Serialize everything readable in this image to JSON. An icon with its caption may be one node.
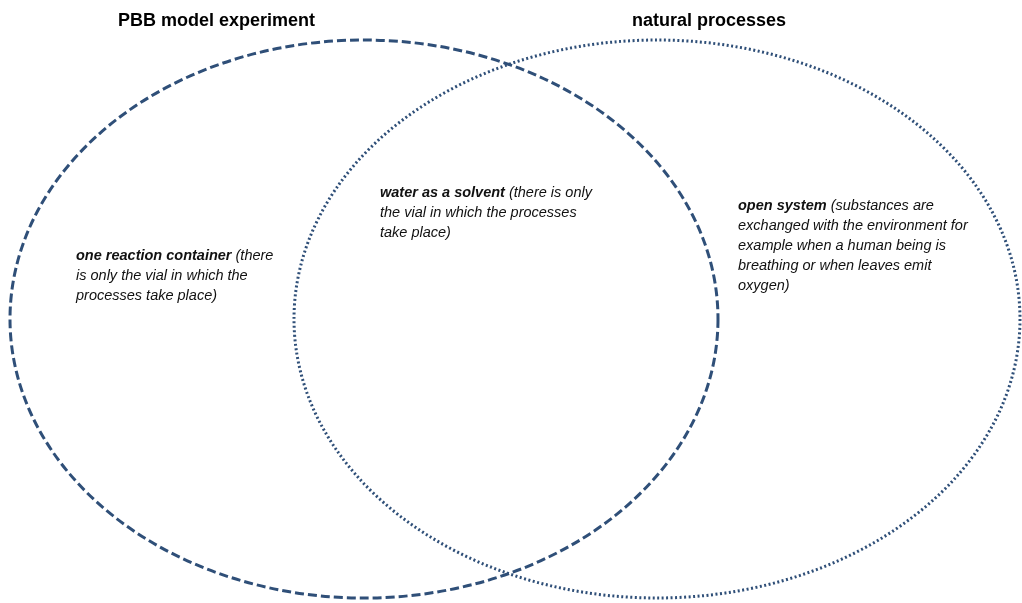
{
  "diagram": {
    "nodes": [
      {
        "text": [
          "PBB model experiment",
          "**one reaction container** (there is only the vial in which the processes take place)"
        ]
      },
      {
        "text": [
          "natural processes",
          "**open system** (substances are exchanged with the environment for example when a human being is breathing or when leaves emit oxygen)"
        ]
      }
    ],
    "labels": [
      "**water as a solvent** (there is only the vial in which the processes take place)"
    ]
  }
}
